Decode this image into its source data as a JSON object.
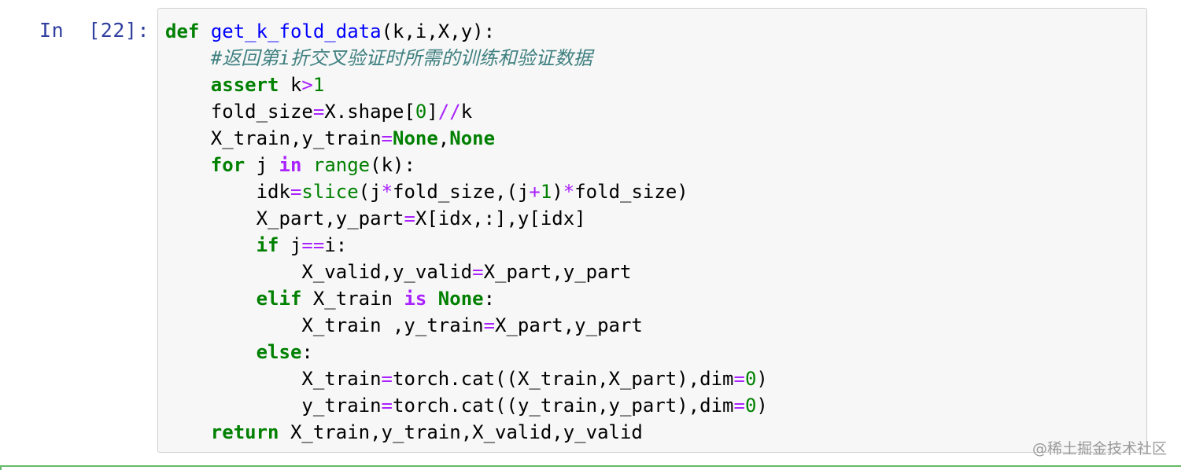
{
  "cell": {
    "prompt": "In  [22]:",
    "lines": [
      [
        {
          "t": "def",
          "c": "kw"
        },
        {
          "t": " ",
          "c": "plain"
        },
        {
          "t": "get_k_fold_data",
          "c": "def"
        },
        {
          "t": "(k,i,X,y):",
          "c": "plain"
        }
      ],
      [
        {
          "t": "    ",
          "c": "plain"
        },
        {
          "t": "#返回第i折交叉验证时所需的训练和验证数据",
          "c": "comment"
        }
      ],
      [
        {
          "t": "    ",
          "c": "plain"
        },
        {
          "t": "assert",
          "c": "kw"
        },
        {
          "t": " k",
          "c": "plain"
        },
        {
          "t": ">",
          "c": "op"
        },
        {
          "t": "1",
          "c": "num"
        }
      ],
      [
        {
          "t": "    fold_size",
          "c": "plain"
        },
        {
          "t": "=",
          "c": "op"
        },
        {
          "t": "X.shape[",
          "c": "plain"
        },
        {
          "t": "0",
          "c": "num"
        },
        {
          "t": "]",
          "c": "plain"
        },
        {
          "t": "//",
          "c": "op"
        },
        {
          "t": "k",
          "c": "plain"
        }
      ],
      [
        {
          "t": "    X_train,y_train",
          "c": "plain"
        },
        {
          "t": "=",
          "c": "op"
        },
        {
          "t": "None",
          "c": "kw"
        },
        {
          "t": ",",
          "c": "plain"
        },
        {
          "t": "None",
          "c": "kw"
        }
      ],
      [
        {
          "t": "    ",
          "c": "plain"
        },
        {
          "t": "for",
          "c": "kw"
        },
        {
          "t": " j ",
          "c": "plain"
        },
        {
          "t": "in",
          "c": "opb"
        },
        {
          "t": " ",
          "c": "plain"
        },
        {
          "t": "range",
          "c": "builtin"
        },
        {
          "t": "(k):",
          "c": "plain"
        }
      ],
      [
        {
          "t": "        idk",
          "c": "plain"
        },
        {
          "t": "=",
          "c": "op"
        },
        {
          "t": "slice",
          "c": "builtin"
        },
        {
          "t": "(j",
          "c": "plain"
        },
        {
          "t": "*",
          "c": "op"
        },
        {
          "t": "fold_size,(j",
          "c": "plain"
        },
        {
          "t": "+",
          "c": "op"
        },
        {
          "t": "1",
          "c": "num"
        },
        {
          "t": ")",
          "c": "plain"
        },
        {
          "t": "*",
          "c": "op"
        },
        {
          "t": "fold_size)",
          "c": "plain"
        }
      ],
      [
        {
          "t": "        X_part,y_part",
          "c": "plain"
        },
        {
          "t": "=",
          "c": "op"
        },
        {
          "t": "X[idx,:],y[idx]",
          "c": "plain"
        }
      ],
      [
        {
          "t": "        ",
          "c": "plain"
        },
        {
          "t": "if",
          "c": "kw"
        },
        {
          "t": " j",
          "c": "plain"
        },
        {
          "t": "==",
          "c": "op"
        },
        {
          "t": "i:",
          "c": "plain"
        }
      ],
      [
        {
          "t": "            X_valid,y_valid",
          "c": "plain"
        },
        {
          "t": "=",
          "c": "op"
        },
        {
          "t": "X_part,y_part",
          "c": "plain"
        }
      ],
      [
        {
          "t": "        ",
          "c": "plain"
        },
        {
          "t": "elif",
          "c": "kw"
        },
        {
          "t": " X_train ",
          "c": "plain"
        },
        {
          "t": "is",
          "c": "opb"
        },
        {
          "t": " ",
          "c": "plain"
        },
        {
          "t": "None",
          "c": "kw"
        },
        {
          "t": ":",
          "c": "plain"
        }
      ],
      [
        {
          "t": "            X_train ,y_train",
          "c": "plain"
        },
        {
          "t": "=",
          "c": "op"
        },
        {
          "t": "X_part,y_part",
          "c": "plain"
        }
      ],
      [
        {
          "t": "        ",
          "c": "plain"
        },
        {
          "t": "else",
          "c": "kw"
        },
        {
          "t": ":",
          "c": "plain"
        }
      ],
      [
        {
          "t": "            X_train",
          "c": "plain"
        },
        {
          "t": "=",
          "c": "op"
        },
        {
          "t": "torch.cat((X_train,X_part),dim",
          "c": "plain"
        },
        {
          "t": "=",
          "c": "op"
        },
        {
          "t": "0",
          "c": "num"
        },
        {
          "t": ")",
          "c": "plain"
        }
      ],
      [
        {
          "t": "            y_train",
          "c": "plain"
        },
        {
          "t": "=",
          "c": "op"
        },
        {
          "t": "torch.cat((y_train,y_part),dim",
          "c": "plain"
        },
        {
          "t": "=",
          "c": "op"
        },
        {
          "t": "0",
          "c": "num"
        },
        {
          "t": ")",
          "c": "plain"
        }
      ],
      [
        {
          "t": "    ",
          "c": "plain"
        },
        {
          "t": "return",
          "c": "kw"
        },
        {
          "t": " X_train,y_train,X_valid,y_valid",
          "c": "plain"
        }
      ]
    ]
  },
  "watermark": "@稀土掘金技术社区",
  "colors": {
    "keyword": "#008000",
    "function_name": "#0000ff",
    "operator": "#aa22ff",
    "comment": "#408080",
    "prompt": "#303f9f",
    "cell_background": "#f7f7f7",
    "cell_border": "#cfcfcf",
    "next_cell_border": "#66bb6a"
  }
}
